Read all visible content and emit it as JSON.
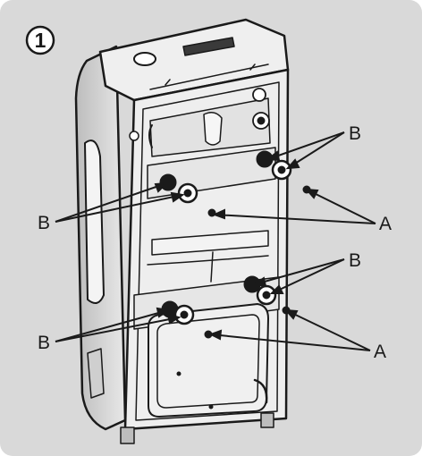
{
  "figure": {
    "step_number": "1",
    "callouts": {
      "bolt_label": "B",
      "screw_label": "A"
    },
    "colors": {
      "background": "#d9d9d9",
      "line": "#1a1a1a",
      "appliance": "#eeeeee"
    }
  }
}
